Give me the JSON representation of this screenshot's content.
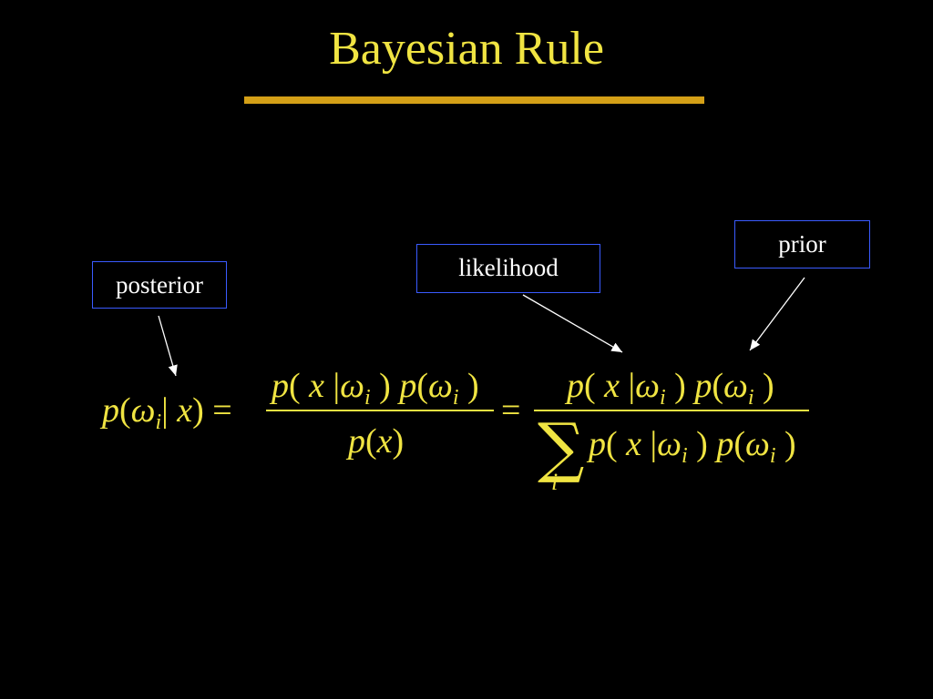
{
  "slide": {
    "title": "Bayesian Rule",
    "labels": {
      "posterior": "posterior",
      "likelihood": "likelihood",
      "prior": "prior"
    },
    "equation": {
      "lhs": "p(ω|x)=",
      "frac1_num": "p(x|ω)p(ω)",
      "frac1_den": "p(x)",
      "equals": "=",
      "frac2_num": "p(x|ω)p(ω)",
      "frac2_den": "p(x|ω)p(ω)",
      "sum_symbol": "∑",
      "index": "i"
    },
    "colors": {
      "background": "#000000",
      "text_yellow": "#f0e442",
      "rule": "#d4a017",
      "box_border": "#3a5bff",
      "label_text": "#ffffff"
    }
  }
}
